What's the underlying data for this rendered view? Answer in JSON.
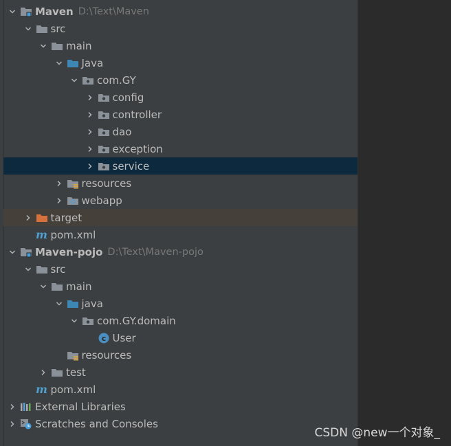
{
  "tree": [
    {
      "depth": 0,
      "arrow": "down",
      "icon": "module-folder-icon",
      "label": "Maven",
      "bold": true,
      "path": "D:\\Text\\Maven"
    },
    {
      "depth": 1,
      "arrow": "down",
      "icon": "folder-icon",
      "label": "src"
    },
    {
      "depth": 2,
      "arrow": "down",
      "icon": "folder-icon",
      "label": "main"
    },
    {
      "depth": 3,
      "arrow": "down",
      "icon": "source-folder-icon",
      "label": "Java"
    },
    {
      "depth": 4,
      "arrow": "down",
      "icon": "package-icon",
      "label": "com.GY"
    },
    {
      "depth": 5,
      "arrow": "right",
      "icon": "package-icon",
      "label": "config"
    },
    {
      "depth": 5,
      "arrow": "right",
      "icon": "package-icon",
      "label": "controller"
    },
    {
      "depth": 5,
      "arrow": "right",
      "icon": "package-icon",
      "label": "dao"
    },
    {
      "depth": 5,
      "arrow": "right",
      "icon": "package-icon",
      "label": "exception"
    },
    {
      "depth": 5,
      "arrow": "right",
      "icon": "package-icon",
      "label": "service",
      "selected": true
    },
    {
      "depth": 3,
      "arrow": "right",
      "icon": "resources-folder-icon",
      "label": "resources"
    },
    {
      "depth": 3,
      "arrow": "right",
      "icon": "web-folder-icon",
      "label": "webapp"
    },
    {
      "depth": 1,
      "arrow": "right",
      "icon": "excluded-folder-icon",
      "label": "target",
      "excluded": true
    },
    {
      "depth": 1,
      "arrow": "none",
      "icon": "maven-pom-icon",
      "label": "pom.xml"
    },
    {
      "depth": 0,
      "arrow": "down",
      "icon": "module-folder-icon",
      "label": "Maven-pojo",
      "bold": true,
      "path": "D:\\Text\\Maven-pojo"
    },
    {
      "depth": 1,
      "arrow": "down",
      "icon": "folder-icon",
      "label": "src"
    },
    {
      "depth": 2,
      "arrow": "down",
      "icon": "folder-icon",
      "label": "main"
    },
    {
      "depth": 3,
      "arrow": "down",
      "icon": "source-folder-icon",
      "label": "java"
    },
    {
      "depth": 4,
      "arrow": "down",
      "icon": "package-icon",
      "label": "com.GY.domain"
    },
    {
      "depth": 5,
      "arrow": "none",
      "icon": "class-icon",
      "label": "User"
    },
    {
      "depth": 3,
      "arrow": "none",
      "icon": "resources-folder-icon",
      "label": "resources"
    },
    {
      "depth": 2,
      "arrow": "right",
      "icon": "folder-icon",
      "label": "test"
    },
    {
      "depth": 1,
      "arrow": "none",
      "icon": "maven-pom-icon",
      "label": "pom.xml"
    },
    {
      "depth": 0,
      "arrow": "right",
      "icon": "libraries-icon",
      "label": "External Libraries"
    },
    {
      "depth": 0,
      "arrow": "right",
      "icon": "scratches-icon",
      "label": "Scratches and Consoles"
    }
  ],
  "colors": {
    "folder": "#8a9199",
    "source_folder": "#3d87b5",
    "excluded_folder": "#d5713d",
    "class_circle": "#4a8fc2",
    "selected_row": "#0d293e",
    "excluded_row": "#45403a"
  },
  "watermark": "CSDN @new一个对象_"
}
